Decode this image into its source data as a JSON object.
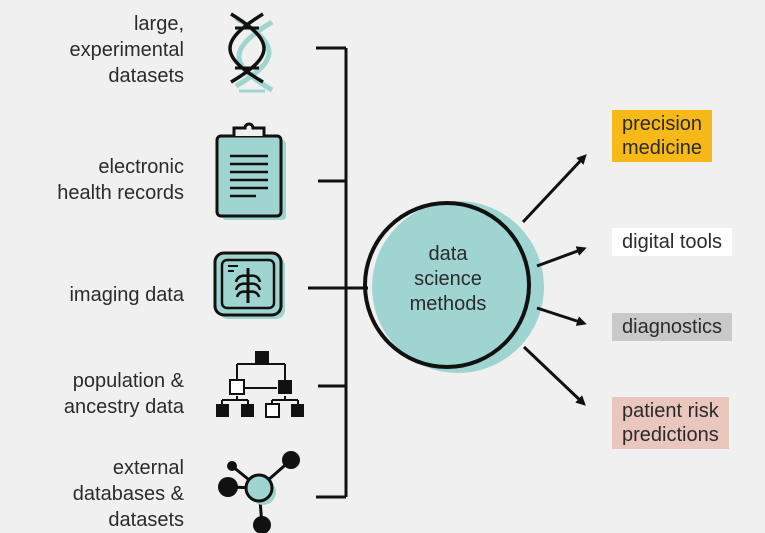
{
  "inputs": [
    {
      "label": "large, experimental datasets",
      "lines": [
        "large,",
        "experimental",
        "datasets"
      ],
      "icon": "dna-icon"
    },
    {
      "label": "electronic health records",
      "lines": [
        "electronic",
        "health records"
      ],
      "icon": "clipboard-icon"
    },
    {
      "label": "imaging data",
      "lines": [
        "imaging data"
      ],
      "icon": "xray-icon"
    },
    {
      "label": "population & ancestry data",
      "lines": [
        "population &",
        "ancestry data"
      ],
      "icon": "pedigree-icon"
    },
    {
      "label": "external databases & datasets",
      "lines": [
        "external",
        "databases &",
        "datasets"
      ],
      "icon": "network-icon"
    }
  ],
  "center": {
    "lines": [
      "data",
      "science",
      "methods"
    ]
  },
  "outputs": [
    {
      "lines": [
        "precision",
        "medicine"
      ],
      "color": "#f7b918"
    },
    {
      "lines": [
        "digital tools"
      ],
      "color": "#ffffff"
    },
    {
      "lines": [
        "diagnostics"
      ],
      "color": "#c9c9c9"
    },
    {
      "lines": [
        "patient risk",
        "predictions"
      ],
      "color": "#e9c6be"
    }
  ],
  "colors": {
    "teal": "#9fd4d0",
    "line": "#111111",
    "background": "#f0f0f0"
  }
}
